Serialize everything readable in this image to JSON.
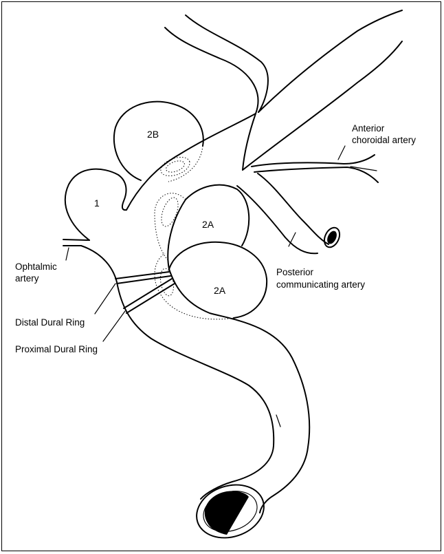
{
  "labels": {
    "aneurysm_1": "1",
    "aneurysm_2b": "2B",
    "aneurysm_2a_upper": "2A",
    "aneurysm_2a_lower": "2A",
    "anterior_choroidal": [
      "Anterior",
      "choroidal artery"
    ],
    "posterior_communicating": [
      "Posterior",
      "communicating artery"
    ],
    "ophthalmic": [
      "Ophtalmic",
      "artery"
    ],
    "distal_dural_ring": "Distal Dural Ring",
    "proximal_dural_ring": "Proximal Dural Ring"
  },
  "colors": {
    "stroke": "#000000",
    "background": "#ffffff"
  }
}
